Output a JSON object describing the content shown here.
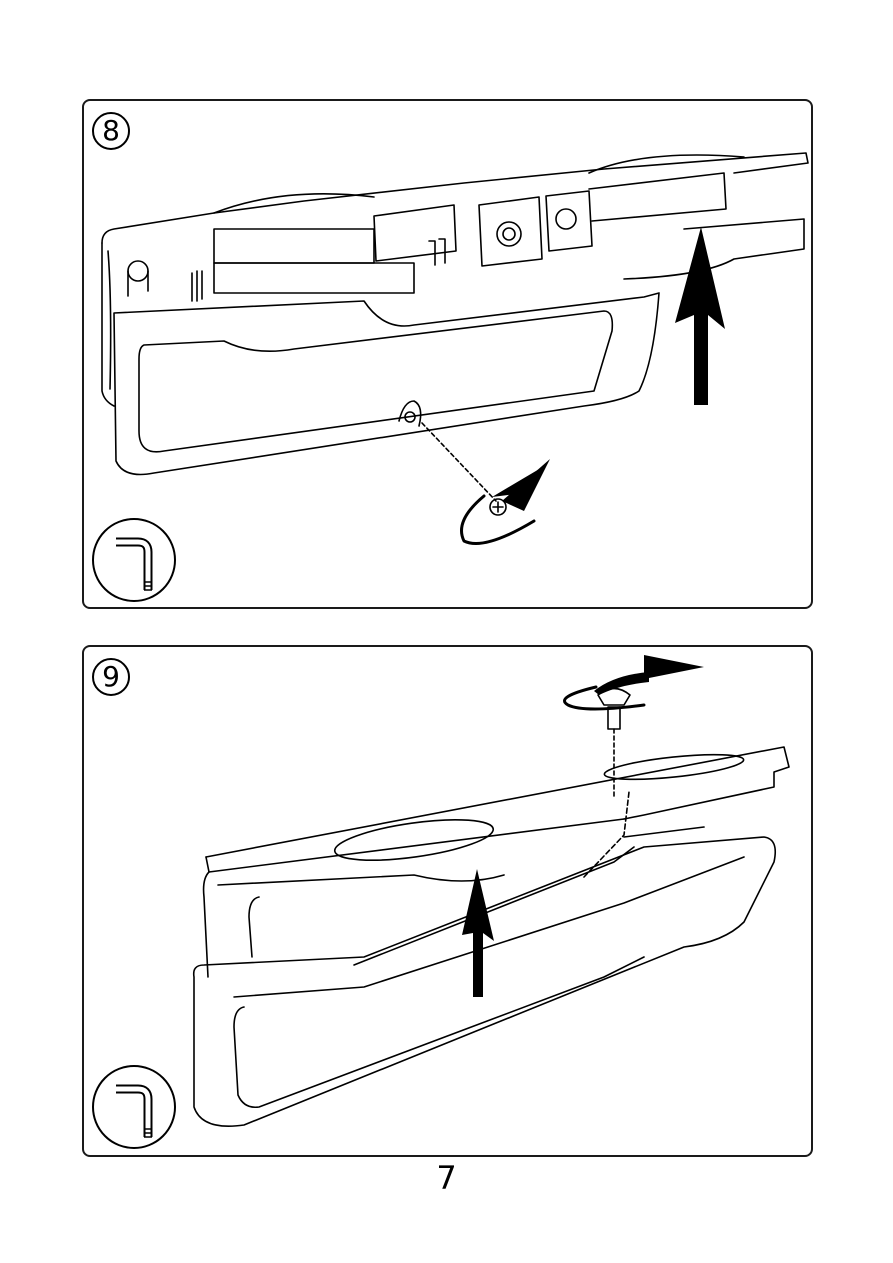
{
  "steps": [
    {
      "number": "8",
      "tool_icon": "hex-key-icon",
      "illustration": "lamp-housing-cover-screw-removal"
    },
    {
      "number": "9",
      "tool_icon": "hex-key-icon",
      "illustration": "lamp-housing-cover-screw-fastening"
    }
  ],
  "page_number": "7",
  "colors": {
    "line": "#000000",
    "panel_border": "#1a1a1a",
    "background": "#ffffff"
  }
}
